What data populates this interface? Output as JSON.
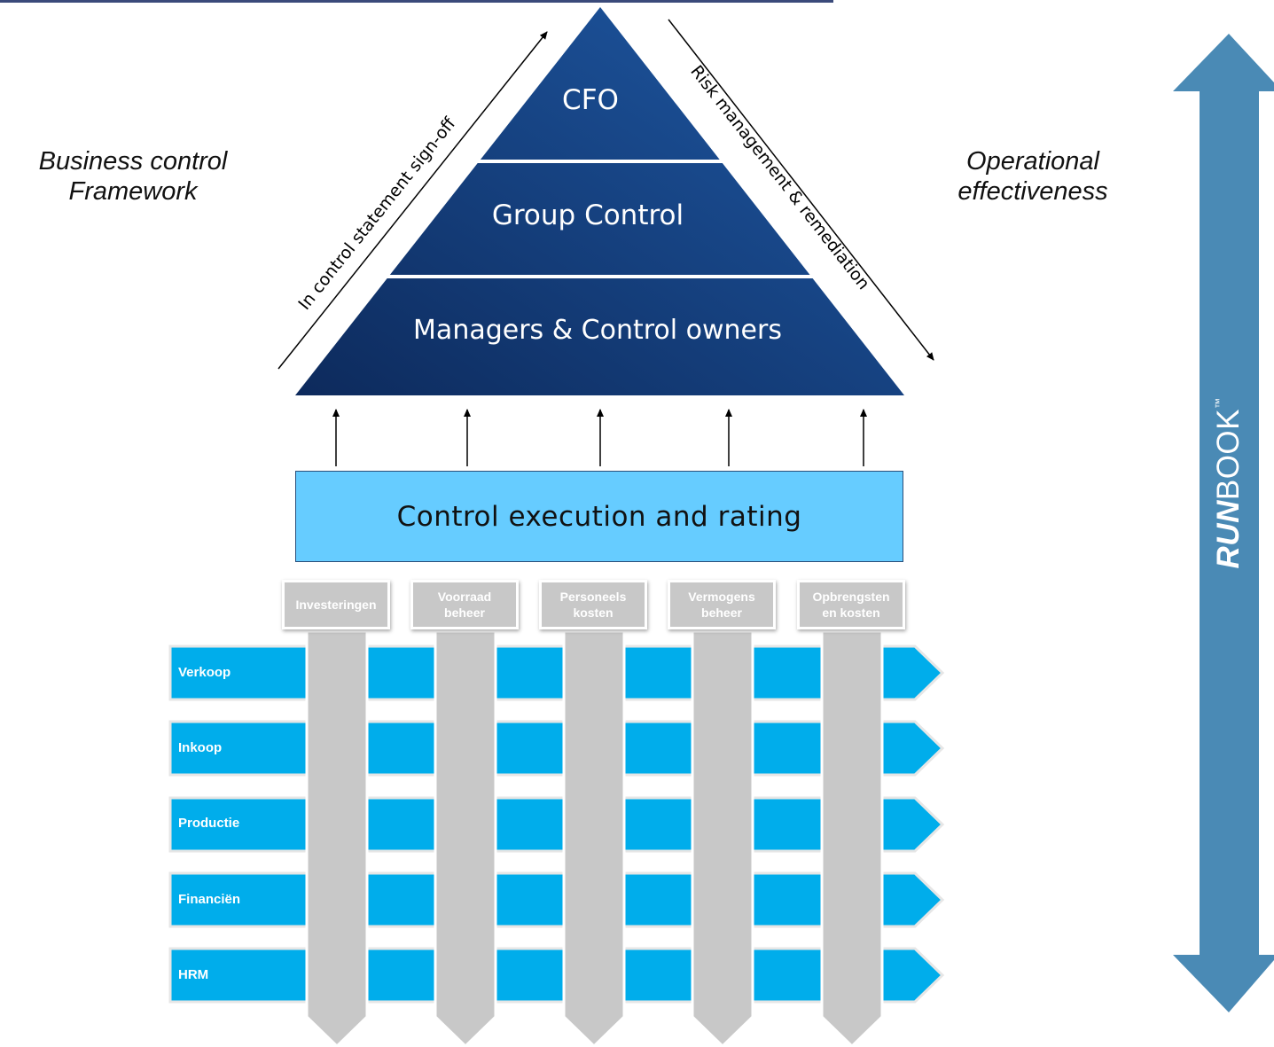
{
  "left_title": [
    "Business control",
    "Framework"
  ],
  "right_title": [
    "Operational",
    "effectiveness"
  ],
  "pyramid": {
    "top": "CFO",
    "middle": "Group Control",
    "bottom": "Managers & Control owners",
    "left_arrow_label": "In control statement sign-off",
    "right_arrow_label": "Risk management & remediation"
  },
  "control_box": "Control execution and rating",
  "columns": [
    [
      "Investeringen"
    ],
    [
      "Voorraad",
      "beheer"
    ],
    [
      "Personeels",
      "kosten"
    ],
    [
      "Vermogens",
      "beheer"
    ],
    [
      "Opbrengsten",
      "en kosten"
    ]
  ],
  "rows": [
    "Verkoop",
    "Inkoop",
    "Productie",
    "Financiën",
    "HRM"
  ],
  "runbook": {
    "strong": "RUN",
    "rest": "BOOK",
    "tm": "™"
  },
  "colors": {
    "pyramid_dark": "#0d2a5c",
    "pyramid_light": "#1f5aa6",
    "control_box": "#66ccff",
    "row_bar": "#00adeb",
    "column_bar": "#c8c8c8",
    "side_arrow": "#4a8ab5"
  }
}
